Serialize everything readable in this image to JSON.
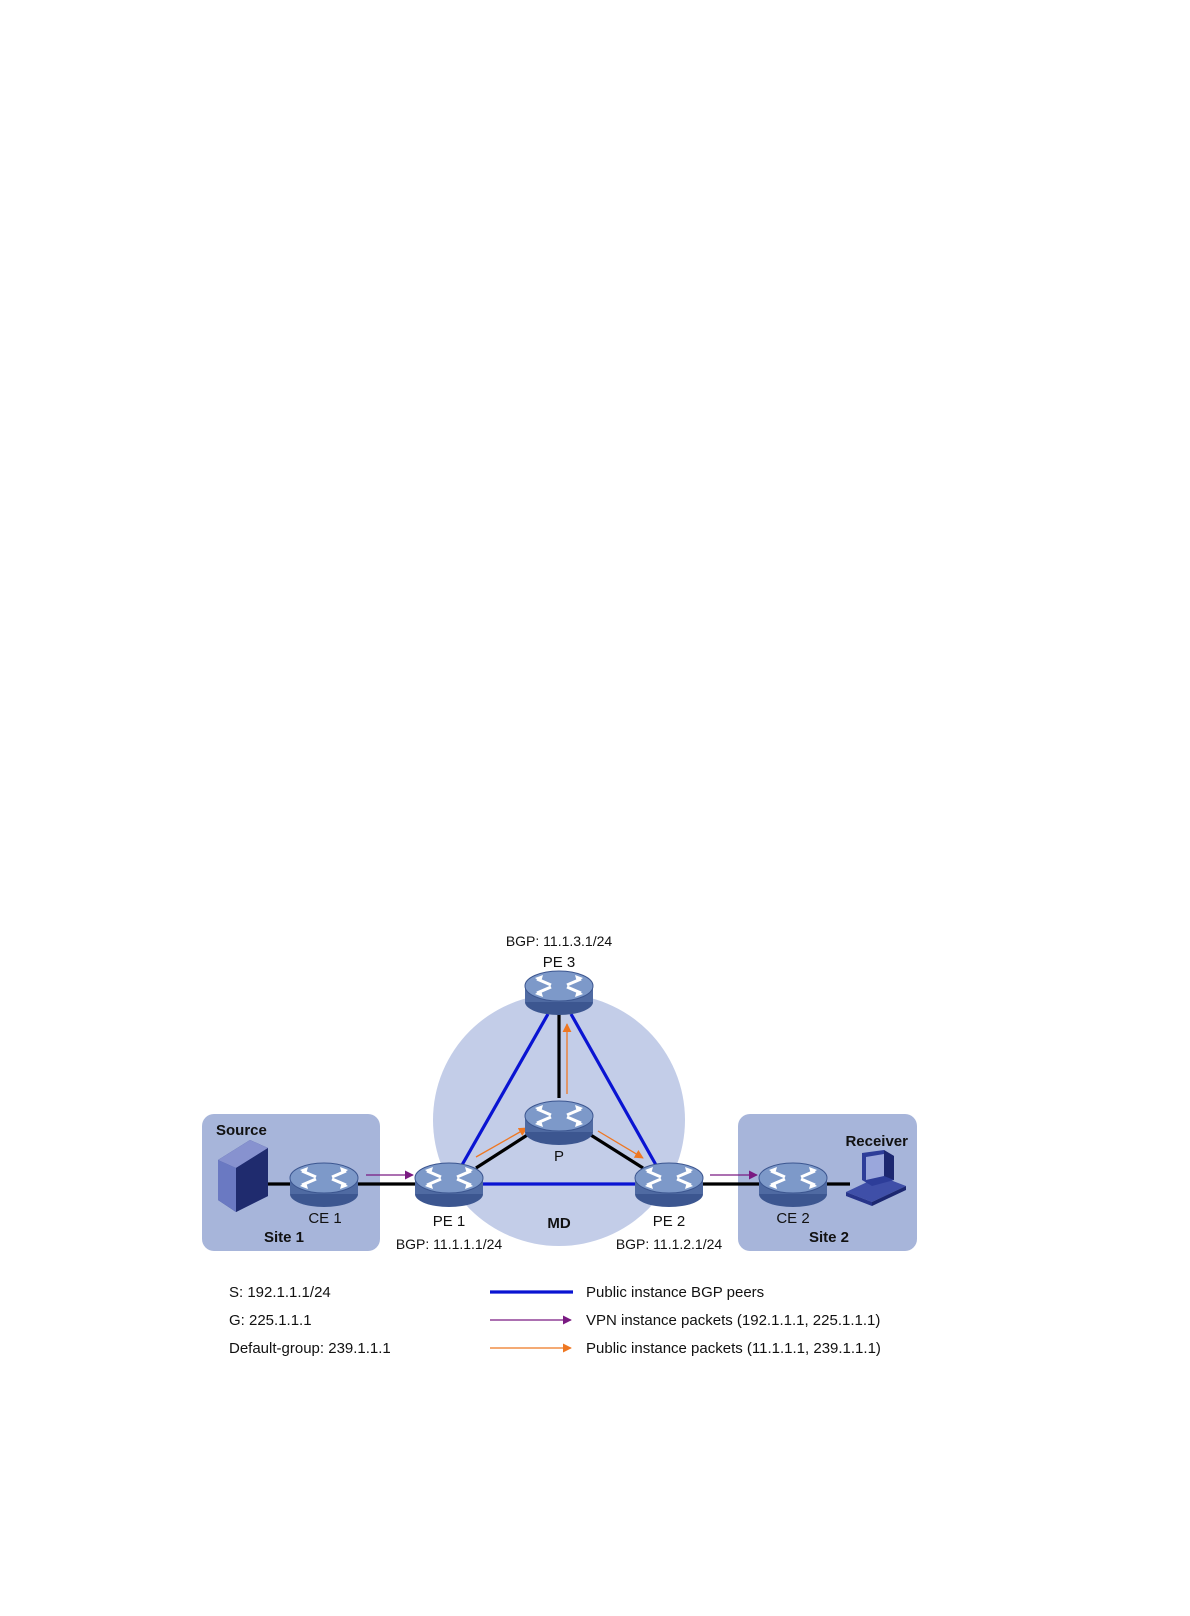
{
  "labels": {
    "pe3_bgp": "BGP: 11.1.3.1/24",
    "pe3": "PE 3",
    "p": "P",
    "pe1": "PE 1",
    "pe1_bgp": "BGP: 11.1.1.1/24",
    "pe2": "PE 2",
    "pe2_bgp": "BGP: 11.1.2.1/24",
    "md": "MD",
    "ce1": "CE 1",
    "ce2": "CE 2",
    "site1": "Site 1",
    "site2": "Site 2",
    "source": "Source",
    "receiver": "Receiver"
  },
  "info": {
    "s": "S: 192.1.1.1/24",
    "g": "G: 225.1.1.1",
    "default_group": "Default-group: 239.1.1.1"
  },
  "legend": {
    "bgp_peers": "Public instance BGP peers",
    "vpn_packets": "VPN instance packets (192.1.1.1, 225.1.1.1)",
    "public_packets": "Public instance packets (11.1.1.1, 239.1.1.1)"
  },
  "colors": {
    "site_fill": "#a7b5da",
    "md_fill": "#c3cde8",
    "bgp_line": "#0a14d2",
    "phys_line": "#000000",
    "vpn_arrow": "#7a1a82",
    "public_arrow": "#ee7722",
    "router_body": "#4f6aa2",
    "router_top": "#7d99c9"
  },
  "icons": {
    "router": "router-icon",
    "server": "server-icon",
    "pc": "pc-icon"
  }
}
